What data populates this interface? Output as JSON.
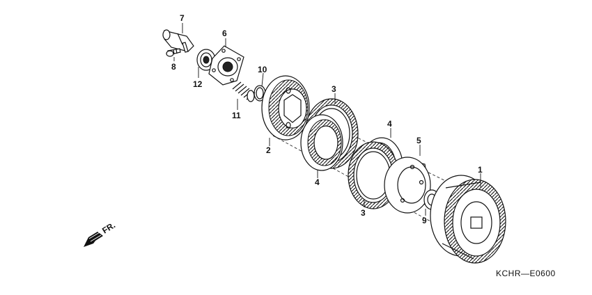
{
  "diagram_code": "KCHR—E0600",
  "direction_label": "FR.",
  "callouts": {
    "c1": "1",
    "c2": "2",
    "c3a": "3",
    "c3b": "3",
    "c4a": "4",
    "c4b": "4",
    "c5": "5",
    "c6": "6",
    "c7": "7",
    "c8": "8",
    "c9": "9",
    "c10": "10",
    "c11": "11",
    "c12": "12"
  }
}
